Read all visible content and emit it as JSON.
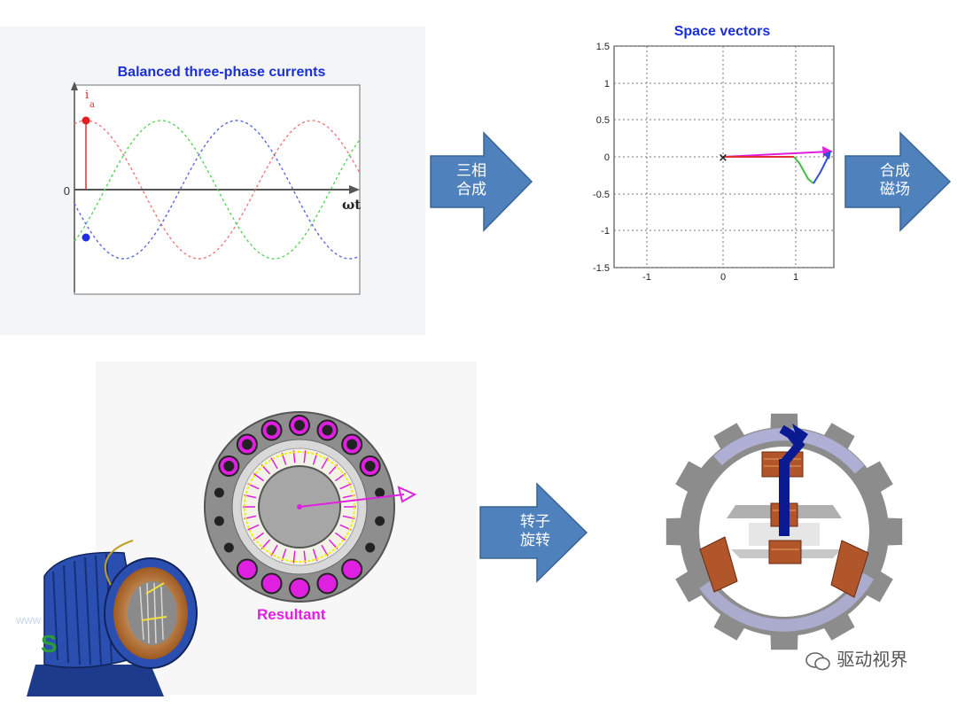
{
  "top_left": {
    "title": "Balanced three-phase currents",
    "ia_label": "i",
    "ia_sub": "a",
    "zero_label": "0",
    "omega_t_label": "ωt",
    "series_colors": {
      "a": "#f07a7a",
      "b": "#5ad45a",
      "c": "#5a6ae0"
    }
  },
  "top_right": {
    "title": "Space vectors",
    "y_ticks": [
      "1.5",
      "1",
      "0.5",
      "0",
      "-0.5",
      "-1",
      "-1.5"
    ],
    "x_ticks": [
      "-1",
      "0",
      "1"
    ]
  },
  "arrows": {
    "a1": {
      "line1": "三相",
      "line2": "合成"
    },
    "a2": {
      "line1": "合成",
      "line2": "磁场"
    },
    "a3": {
      "line1": "转子",
      "line2": "旋转"
    }
  },
  "stator": {
    "label": "Resultant"
  },
  "watermark": {
    "text": "驱动视界"
  },
  "colors": {
    "arrow_fill": "#4f81bd",
    "arrow_stroke": "#3a6594",
    "title_blue": "#1a2fd8",
    "magenta": "#e020e0"
  }
}
